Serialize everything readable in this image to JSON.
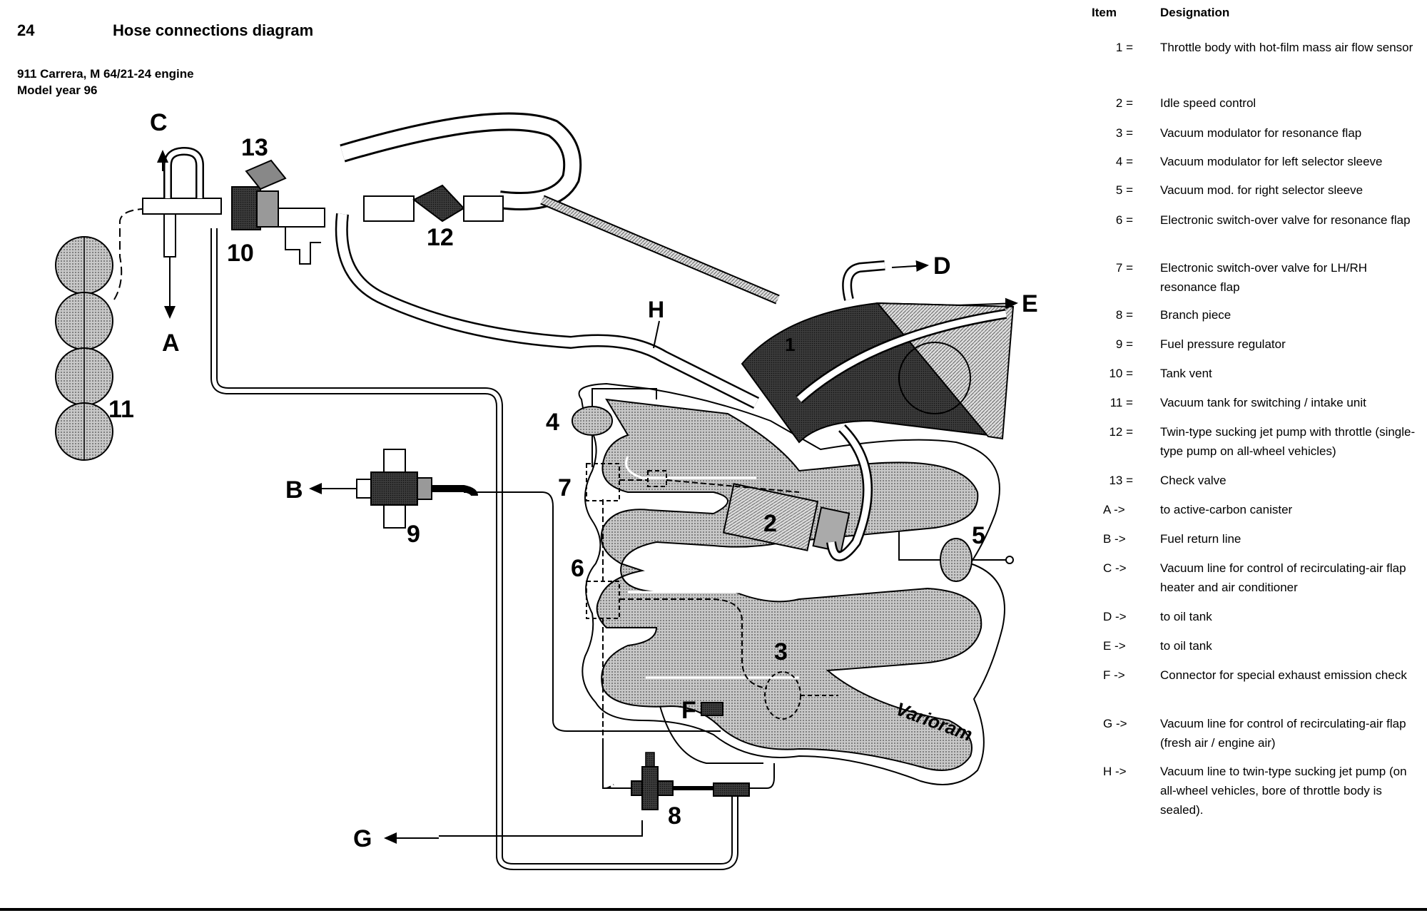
{
  "header": {
    "page_number": "24",
    "title": "Hose connections diagram",
    "subtitle_line1": "911 Carrera, M 64/21-24 engine",
    "subtitle_line2": "Model year 96"
  },
  "diagram": {
    "labels": {
      "n1": "1",
      "n2": "2",
      "n3": "3",
      "n4": "4",
      "n5": "5",
      "n6": "6",
      "n7": "7",
      "n8": "8",
      "n9": "9",
      "n10": "10",
      "n11": "11",
      "n12": "12",
      "n13": "13",
      "A": "A",
      "B": "B",
      "C": "C",
      "D": "D",
      "E": "E",
      "F": "F",
      "G": "G",
      "H": "H",
      "varioram": "Varioram"
    }
  },
  "legend": {
    "col_item": "Item",
    "col_designation": "Designation",
    "items": [
      {
        "key": "1 =",
        "text": "Throttle body with hot-film mass air flow sensor"
      },
      {
        "key": "2 =",
        "text": "Idle speed control"
      },
      {
        "key": "3 =",
        "text": "Vacuum modulator for resonance flap"
      },
      {
        "key": "4 =",
        "text": "Vacuum modulator for left selector sleeve"
      },
      {
        "key": "5 =",
        "text": "Vacuum mod. for right selector sleeve"
      },
      {
        "key": "6 =",
        "text": "Electronic switch-over valve for resonance flap"
      },
      {
        "key": "7 =",
        "text": "Electronic switch-over valve for LH/RH resonance flap"
      },
      {
        "key": "8 =",
        "text": "Branch piece"
      },
      {
        "key": "9 =",
        "text": "Fuel pressure regulator"
      },
      {
        "key": "10 =",
        "text": "Tank vent"
      },
      {
        "key": "11 =",
        "text": "Vacuum tank for switching / intake unit"
      },
      {
        "key": "12 =",
        "text": "Twin-type sucking jet pump with throttle (single-type pump on all-wheel vehicles)"
      },
      {
        "key": "13 =",
        "text": "Check valve"
      },
      {
        "key": "A ->",
        "text": "to active-carbon canister"
      },
      {
        "key": "B ->",
        "text": "Fuel return line"
      },
      {
        "key": "C ->",
        "text": "Vacuum line for control of recirculating-air flap heater and air conditioner"
      },
      {
        "key": "D ->",
        "text": "to oil tank"
      },
      {
        "key": "E ->",
        "text": "to oil tank"
      },
      {
        "key": "F ->",
        "text": "Connector for special exhaust emission check"
      },
      {
        "key": "G ->",
        "text": "Vacuum line for control of recirculating-air flap (fresh air / engine air)"
      },
      {
        "key": "H ->",
        "text": "Vacuum line to twin-type sucking jet pump (on all-wheel vehicles, bore of throttle body is sealed)."
      }
    ]
  }
}
